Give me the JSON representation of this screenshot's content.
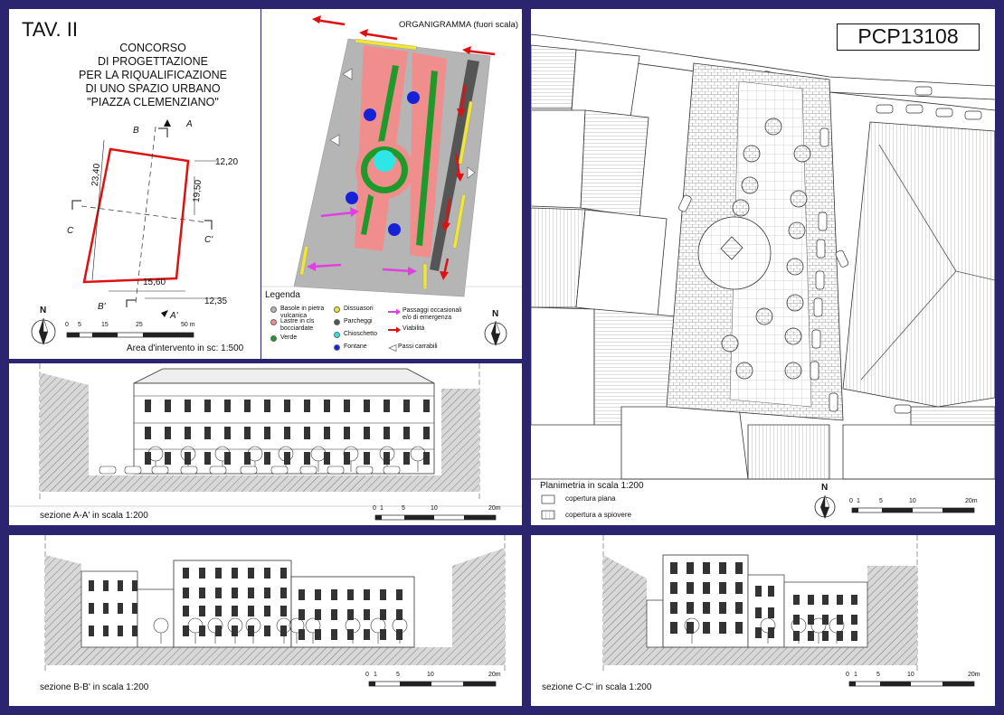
{
  "sheet": {
    "tav": "TAV. II",
    "title_lines": [
      "CONCORSO",
      "DI PROGETTAZIONE",
      "PER LA RIQUALIFICAZIONE",
      "DI UNO SPAZIO URBANO",
      "\"PIAZZA CLEMENZIANO\""
    ],
    "code": "PCP13108"
  },
  "area_plan": {
    "dimensions": [
      "23,40",
      "12,20",
      "19,50",
      "15,60",
      "12,35"
    ],
    "section_marks": [
      "B",
      "A",
      "C",
      "C'",
      "B'",
      "A'"
    ],
    "north": "N",
    "scale_ticks": [
      "0",
      "5",
      "15",
      "25",
      "50 m"
    ],
    "caption": "Area d'intervento in sc: 1:500"
  },
  "organigramma": {
    "title": "ORGANIGRAMMA (fuori scala)",
    "legend_title": "Legenda",
    "north": "N",
    "legend": [
      {
        "label_lines": [
          "Basole in pietra",
          "vulcanica"
        ],
        "color": "#b5b5b5",
        "shape": "circle"
      },
      {
        "label_lines": [
          "Lastre in cls",
          "bocciardate"
        ],
        "color": "#f08e8e",
        "shape": "circle"
      },
      {
        "label_lines": [
          "Verde"
        ],
        "color": "#1f9a2a",
        "shape": "circle"
      },
      {
        "label_lines": [
          "Dissuasori"
        ],
        "color": "#f2e634",
        "shape": "circle"
      },
      {
        "label_lines": [
          "Parcheggi"
        ],
        "color": "#555555",
        "shape": "circle"
      },
      {
        "label_lines": [
          "Chioschetto"
        ],
        "color": "#2fe6e6",
        "shape": "circle"
      },
      {
        "label_lines": [
          "Fontane"
        ],
        "color": "#1622d8",
        "shape": "circle"
      },
      {
        "label_lines": [
          "Passaggi occasionali",
          "e/o di emergenza"
        ],
        "color": "#e040e0",
        "shape": "arrow"
      },
      {
        "label_lines": [
          "Viabilità"
        ],
        "color": "#dd1111",
        "shape": "arrow"
      },
      {
        "label_lines": [
          "Passi carrabili"
        ],
        "color": "#ffffff",
        "shape": "triangle"
      }
    ]
  },
  "planimetria": {
    "caption": "Planimetria in scala 1:200",
    "legend": [
      {
        "label": "copertura piana",
        "pattern": "plain"
      },
      {
        "label": "copertura a spiovere",
        "pattern": "hatched"
      }
    ],
    "north": "N",
    "scale_ticks": [
      "0",
      "1",
      "5",
      "10",
      "20m"
    ]
  },
  "sections": [
    {
      "caption": "sezione A-A' in scala 1:200",
      "scale_ticks": [
        "0",
        "1",
        "5",
        "10",
        "20m"
      ]
    },
    {
      "caption": "sezione B-B' in scala 1:200",
      "scale_ticks": [
        "0",
        "1",
        "5",
        "10",
        "20m"
      ]
    },
    {
      "caption": "sezione C-C' in scala 1:200",
      "scale_ticks": [
        "0",
        "1",
        "5",
        "10",
        "20m"
      ]
    }
  ]
}
